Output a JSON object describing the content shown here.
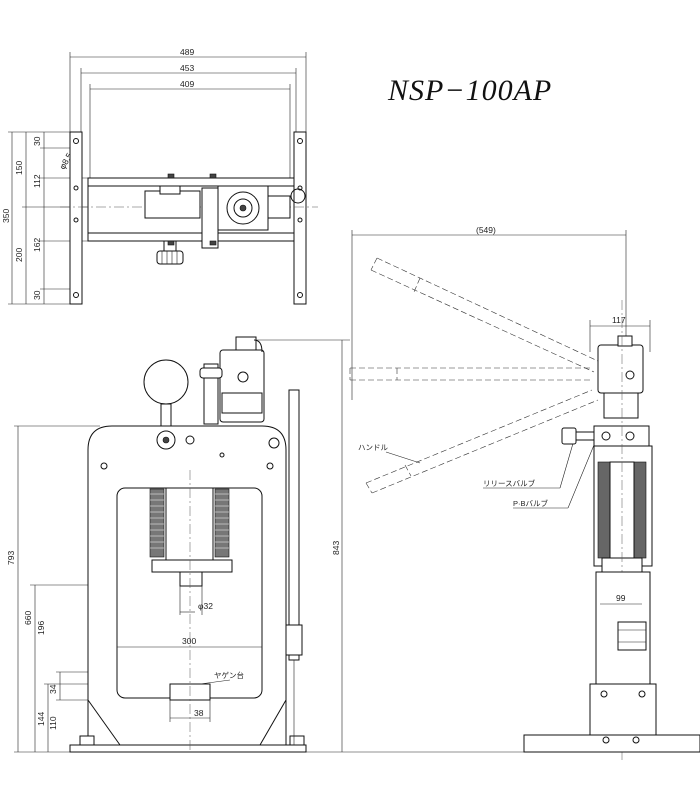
{
  "title": "NSP−100AP",
  "top_view": {
    "dims": {
      "w489": "489",
      "w453": "453",
      "w409": "409",
      "h350": "350",
      "h150": "150",
      "h112": "112",
      "h162": "162",
      "h200": "200",
      "h30a": "30",
      "h30b": "30",
      "d8_5": "φ8.5"
    }
  },
  "front_view": {
    "dims": {
      "h793": "793",
      "h660": "660",
      "h196": "196",
      "h144": "144",
      "h110": "110",
      "h34": "34",
      "w300": "300",
      "w38": "38",
      "d32": "φ32",
      "h843": "843"
    },
    "labels": {
      "anvil": "ヤゲン台"
    }
  },
  "side_view": {
    "dims": {
      "w549": "(549)",
      "w117": "117",
      "w99": "99"
    },
    "labels": {
      "handle": "ハンドル",
      "release_valve": "リリースバルブ",
      "pb_valve": "P·Bバルブ"
    }
  }
}
